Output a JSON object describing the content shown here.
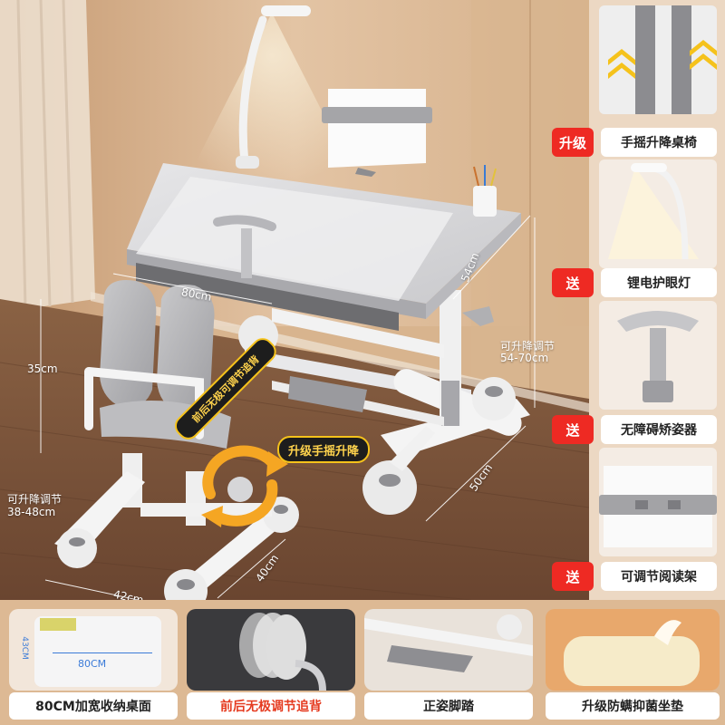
{
  "product": {
    "dimensions": {
      "desk_width": "80cm",
      "desk_depth": "54cm",
      "height_range_label": "可升降调节",
      "height_range_value": "54-70cm",
      "base_depth": "50cm",
      "chair_height_label": "35cm",
      "chair_range_label": "可升降调节",
      "chair_range_value": "38-48cm",
      "chair_width": "42cm",
      "chair_depth": "40cm"
    },
    "callouts": {
      "backrest_banner": "前后无极可调节追背",
      "crank_banner": "升级手摇升降"
    }
  },
  "sidebar": {
    "items": [
      {
        "tag": "升级",
        "label": "手摇升降桌椅",
        "icon": "crank-lift-icon"
      },
      {
        "tag": "送",
        "label": "锂电护眼灯",
        "icon": "desk-lamp-icon"
      },
      {
        "tag": "送",
        "label": "无障碍矫姿器",
        "icon": "posture-corrector-icon"
      },
      {
        "tag": "送",
        "label": "可调节阅读架",
        "icon": "reading-stand-icon"
      }
    ]
  },
  "bottom": {
    "items": [
      {
        "label": "80CM加宽收纳桌面",
        "inner_width": "80CM",
        "inner_height": "43CM"
      },
      {
        "label": "前后无极调节追背"
      },
      {
        "label": "正姿脚踏"
      },
      {
        "label": "升级防螨抑菌坐垫"
      }
    ]
  },
  "colors": {
    "tag_red": "#ee2a23",
    "desk_gray": "#dcdcde",
    "frame_white": "#f2f2f2",
    "arrow_orange": "#f5a623",
    "wall": "#d8b48e",
    "floor": "#7a5438"
  }
}
